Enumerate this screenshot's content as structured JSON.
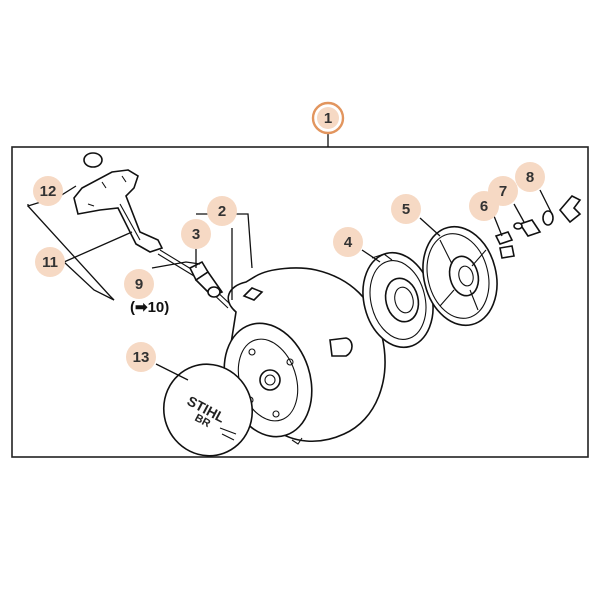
{
  "colors": {
    "callout_fill": "#f6d9c4",
    "callout_main_fill": "#ffffff",
    "callout_main_border": "#e2955e",
    "outline": "#111111",
    "frame": "#222222"
  },
  "callouts": [
    {
      "id": "1",
      "label": "1"
    },
    {
      "id": "2",
      "label": "2"
    },
    {
      "id": "3",
      "label": "3"
    },
    {
      "id": "4",
      "label": "4"
    },
    {
      "id": "5",
      "label": "5"
    },
    {
      "id": "6",
      "label": "6"
    },
    {
      "id": "7",
      "label": "7"
    },
    {
      "id": "8",
      "label": "8"
    },
    {
      "id": "9",
      "label": "9"
    },
    {
      "id": "11",
      "label": "11"
    },
    {
      "id": "12",
      "label": "12"
    },
    {
      "id": "13",
      "label": "13"
    }
  ],
  "note": "(➡10)",
  "logo": {
    "brand": "STIHL",
    "model": "BR"
  }
}
